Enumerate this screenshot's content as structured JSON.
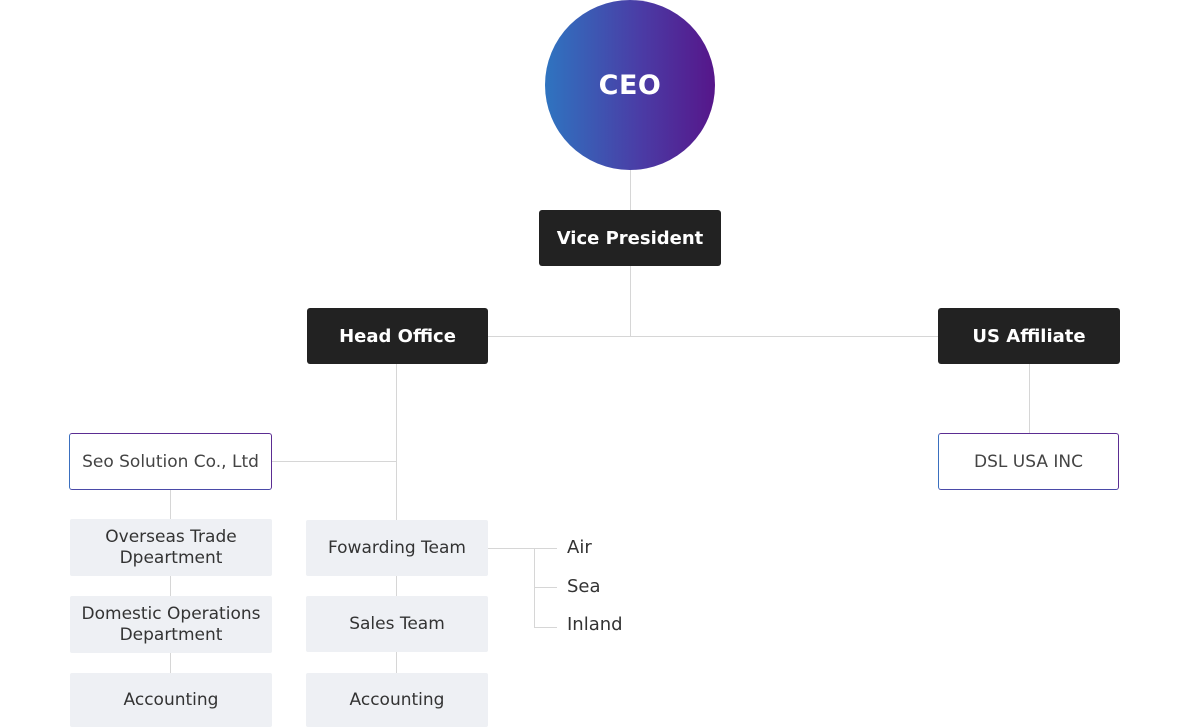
{
  "ceo": "CEO",
  "vice_president": "Vice President",
  "head_office": "Head Office",
  "us_affiliate": "US Affiliate",
  "seo_solution": "Seo Solution Co., Ltd",
  "dsl_usa": "DSL USA INC",
  "seo_departments": [
    "Overseas Trade Dpeartment",
    "Domestic Operations Department",
    "Accounting"
  ],
  "head_teams": [
    "Fowarding Team",
    "Sales Team",
    "Accounting"
  ],
  "forwarding_modes": [
    "Air",
    "Sea",
    "Inland"
  ],
  "colors": {
    "dark_box": "#222222",
    "gray_box": "#eef0f4",
    "connector": "#d6d6d6",
    "ceo_gradient_start": "#2f74c0",
    "ceo_gradient_end": "#56168a"
  }
}
